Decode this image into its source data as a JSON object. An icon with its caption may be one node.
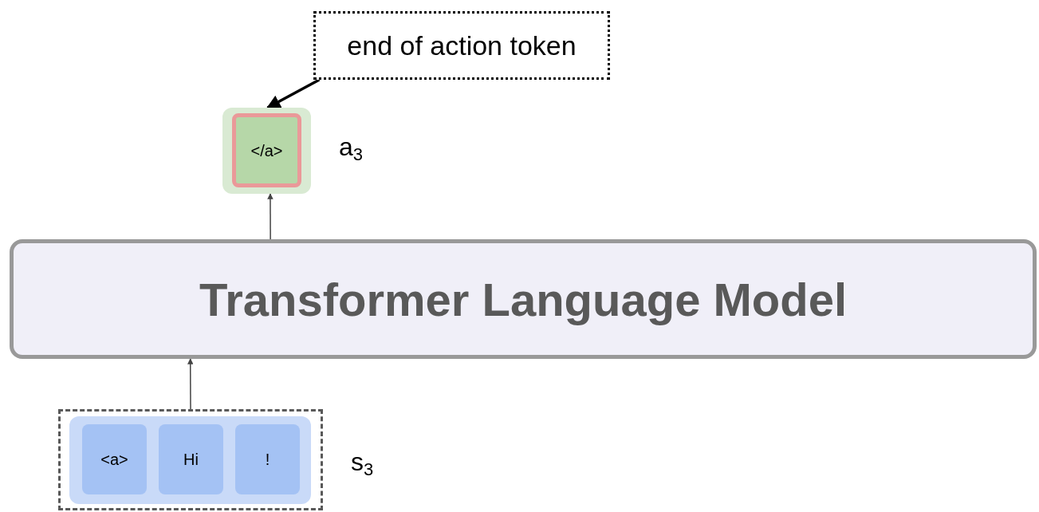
{
  "diagram": {
    "nodes": [
      {
        "text": [
          "end of action token"
        ]
      },
      {
        "text": [],
        "shape": "box",
        "beside": [
          "a$_{3}$"
        ]
      },
      {
        "text": [
          "</a>"
        ],
        "in": 1
      },
      {
        "text": [
          "Transformer Language Model"
        ]
      },
      {
        "text": [],
        "shape": "box",
        "beside": [
          "s$_{3}$"
        ]
      },
      {
        "text": [],
        "shape": "box",
        "in": 4
      },
      {
        "text": [
          "<a>"
        ],
        "in": 5
      },
      {
        "text": [
          "Hi"
        ],
        "in": 5
      },
      {
        "text": [
          "!"
        ],
        "in": 5
      }
    ],
    "edges": [
      {
        "from": 0,
        "to": 1,
        "arrow": "to",
        "style": "thick"
      },
      {
        "from": 3,
        "to": 1,
        "arrow": "to"
      },
      {
        "from": 4,
        "to": 3,
        "arrow": "to"
      }
    ]
  }
}
